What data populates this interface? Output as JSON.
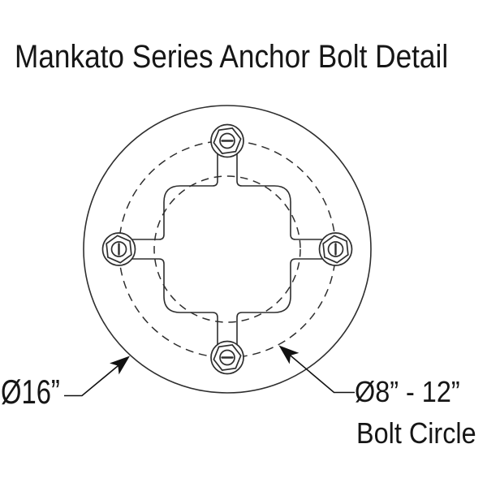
{
  "title": "Mankato Series Anchor Bolt Detail",
  "annotations": {
    "outer_diameter": "Ø16”",
    "bolt_circle_diameter": "Ø8” - 12”",
    "bolt_circle_caption": "Bolt Circle"
  },
  "diagram": {
    "bolt_count": 4,
    "colors": {
      "line": "#2e2e2e",
      "text": "#161616",
      "arrow": "#111111",
      "background": "#ffffff"
    }
  }
}
